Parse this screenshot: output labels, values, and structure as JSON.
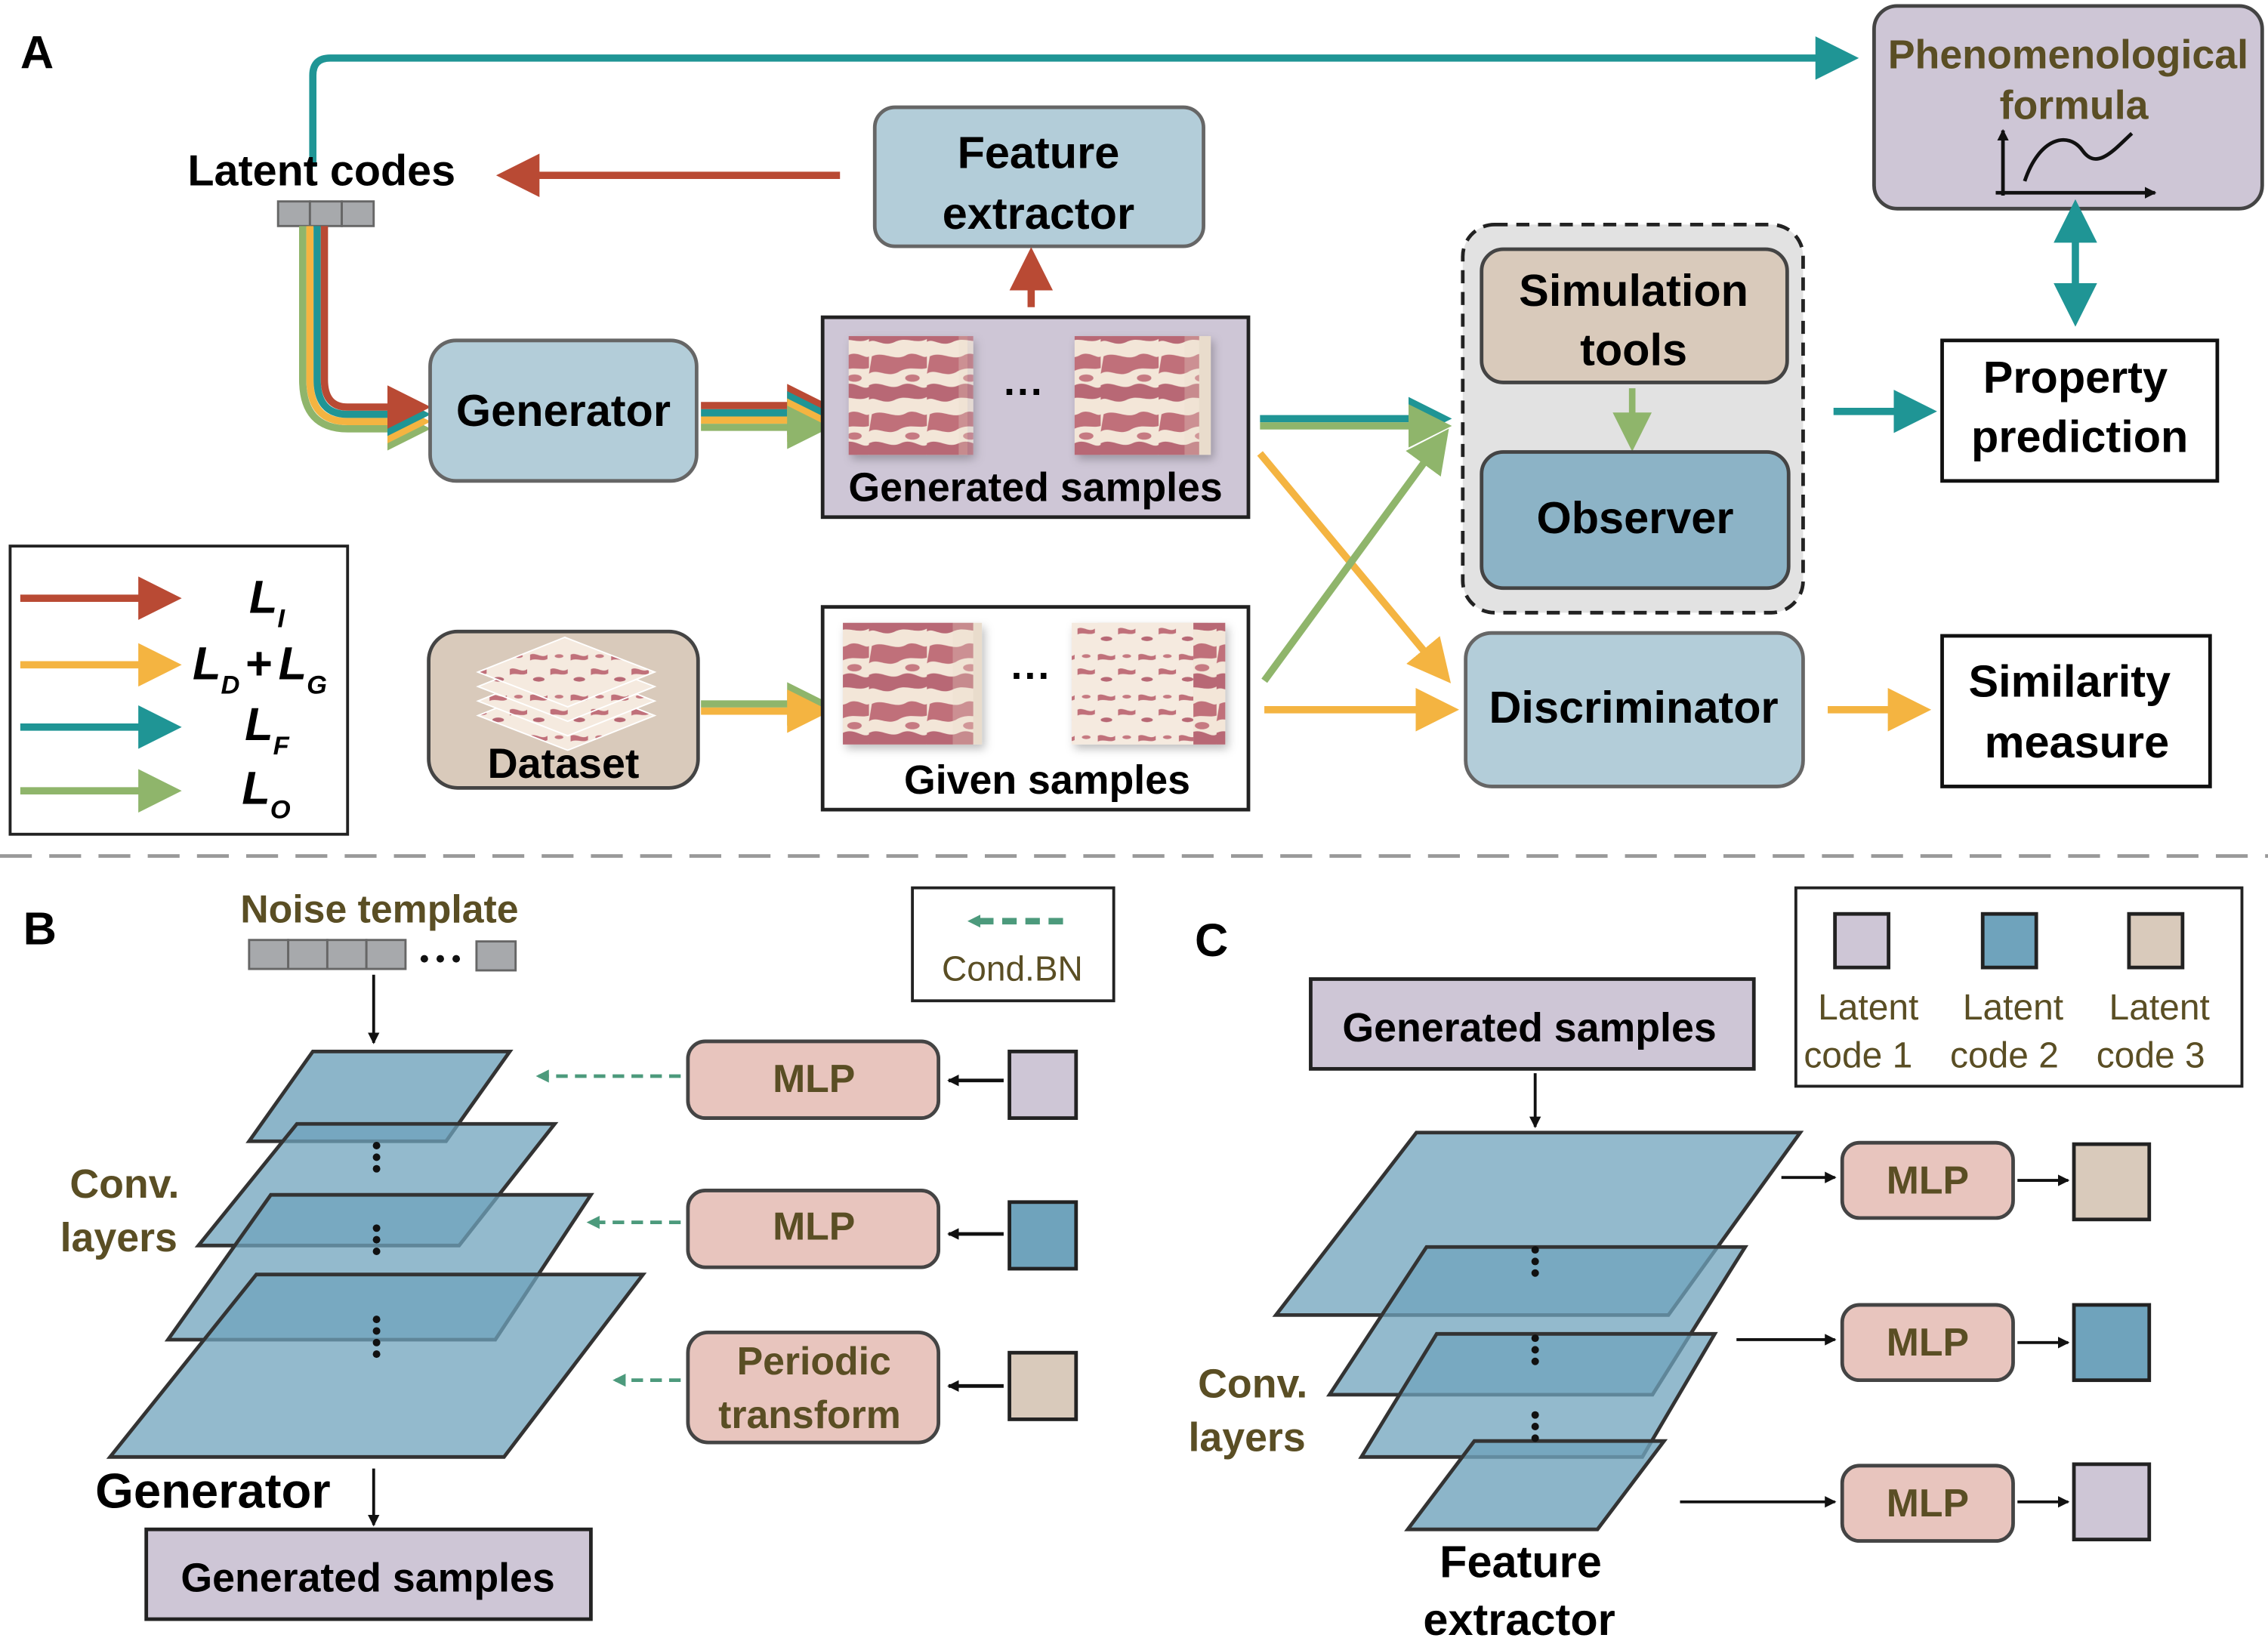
{
  "colors": {
    "loss_I": "#B94A34",
    "loss_DG": "#F4B441",
    "loss_F": "#1F9595",
    "loss_O": "#8FB56B",
    "box_blue": "#B3CDD9",
    "box_tan": "#D9CABB",
    "box_pink": "#E8C5BE",
    "box_lavender": "#CEC6D6",
    "layer_blue": "#6FA3BC",
    "label_olive": "#5A4E24",
    "cond_bn_green": "#4C9A7C"
  },
  "panel_a": {
    "label": "A",
    "latent_codes": "Latent codes",
    "feature_extractor": [
      "Feature",
      "extractor"
    ],
    "phenomenological_formula": [
      "Phenomenological",
      "formula"
    ],
    "generator": "Generator",
    "generated_samples": "Generated samples",
    "ellipsis": "···",
    "simulation_tools": [
      "Simulation",
      "tools"
    ],
    "observer": "Observer",
    "property_prediction": [
      "Property",
      "prediction"
    ],
    "dataset": "Dataset",
    "given_samples": "Given samples",
    "discriminator": "Discriminator",
    "similarity_measure": [
      "Similarity",
      "measure"
    ],
    "legend": [
      {
        "main": "L",
        "sub": "I",
        "color": "loss_I"
      },
      {
        "main": "L",
        "sub": "D",
        "plus": "+",
        "main2": "L",
        "sub2": "G",
        "color": "loss_DG"
      },
      {
        "main": "L",
        "sub": "F",
        "color": "loss_F"
      },
      {
        "main": "L",
        "sub": "O",
        "color": "loss_O"
      }
    ]
  },
  "panel_b": {
    "label": "B",
    "noise_template": "Noise template",
    "cond_bn": "Cond.BN",
    "conv_layers": [
      "Conv.",
      "layers"
    ],
    "mlp": "MLP",
    "periodic_transform": [
      "Periodic",
      "transform"
    ],
    "generator": "Generator",
    "generated_samples": "Generated samples"
  },
  "panel_c": {
    "label": "C",
    "generated_samples": "Generated samples",
    "conv_layers": [
      "Conv.",
      "layers"
    ],
    "feature_extractor": [
      "Feature",
      "extractor"
    ],
    "mlp": "MLP",
    "legend": [
      {
        "lines": [
          "Latent",
          "code 1"
        ],
        "color": "box_lavender"
      },
      {
        "lines": [
          "Latent",
          "code 2"
        ],
        "color": "layer_blue"
      },
      {
        "lines": [
          "Latent",
          "code 3"
        ],
        "color": "box_tan"
      }
    ]
  }
}
